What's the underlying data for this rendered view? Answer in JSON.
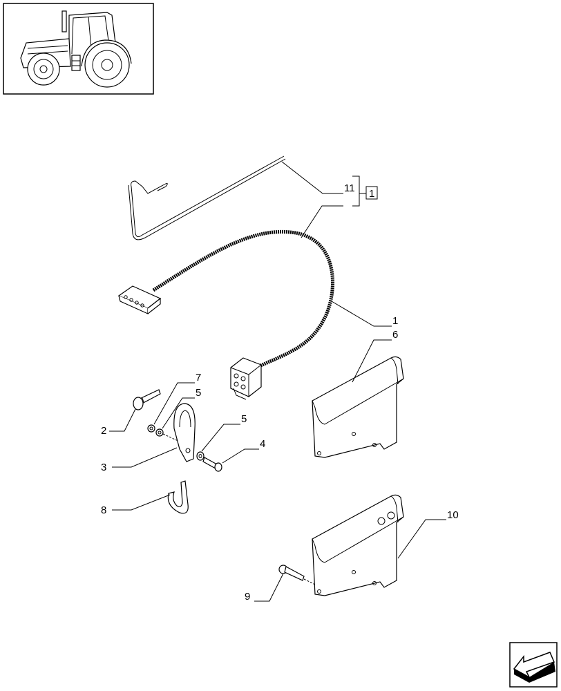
{
  "callouts": {
    "c1": "1",
    "c2": "2",
    "c3": "3",
    "c4": "4",
    "c5a": "5",
    "c5b": "5",
    "c6": "6",
    "c7": "7",
    "c8": "8",
    "c9": "9",
    "c10": "10",
    "c11": "11",
    "kit_box": "1"
  },
  "icons": {
    "thumbnail": "tractor-thumbnail-icon",
    "nav": "next-page-arrow-icon"
  }
}
